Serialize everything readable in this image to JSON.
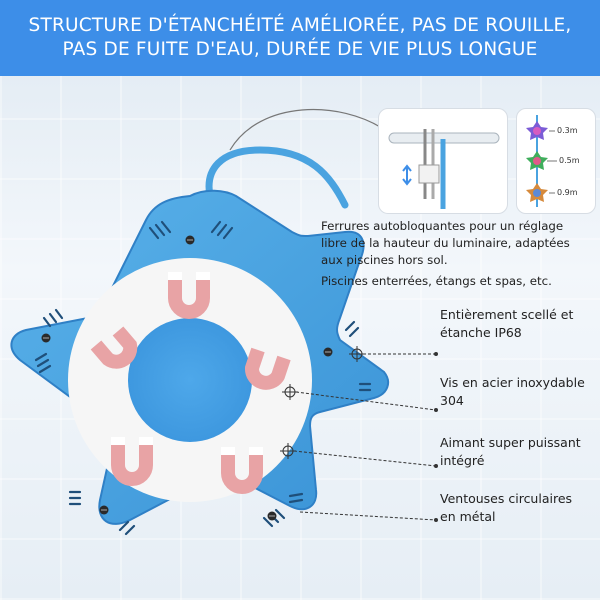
{
  "banner": {
    "title": "STRUCTURE D'ÉTANCHÉITÉ AMÉLIORÉE, PAS DE ROUILLE, PAS DE FUITE D'EAU, DURÉE DE VIE PLUS LONGUE"
  },
  "description": {
    "line1": "Ferrures autobloquantes pour un réglage libre de la hauteur du luminaire, adaptées aux piscines hors sol.",
    "line2": "Piscines enterrées, étangs et spas, etc."
  },
  "callouts": [
    {
      "text": "Entièrement scellé et étanche IP68"
    },
    {
      "text": "Vis en acier inoxydable 304"
    },
    {
      "text": "Aimant super puissant intégré"
    },
    {
      "text": "Ventouses circulaires en métal"
    }
  ],
  "inset_heights": {
    "top": "0.3m",
    "middle": "0.5m",
    "bottom": "0.9m"
  },
  "colors": {
    "banner": "#3d8ee8",
    "body": "#4aa3e0",
    "ring": "#f6f6f6",
    "magnet": "#e8a3a5"
  }
}
